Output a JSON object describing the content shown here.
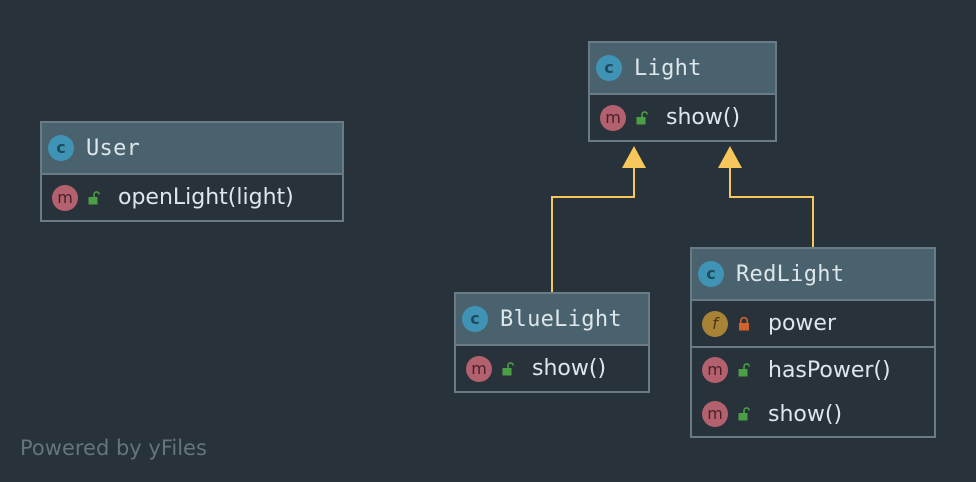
{
  "diagram": {
    "classes": [
      {
        "id": "light",
        "name": "Light",
        "members": [
          {
            "kind": "m",
            "access": "public",
            "label": "show()"
          }
        ]
      },
      {
        "id": "user",
        "name": "User",
        "members": [
          {
            "kind": "m",
            "access": "public",
            "label": "openLight(light)"
          }
        ]
      },
      {
        "id": "bluelight",
        "name": "BlueLight",
        "members": [
          {
            "kind": "m",
            "access": "public",
            "label": "show()"
          }
        ]
      },
      {
        "id": "redlight",
        "name": "RedLight",
        "members": [
          {
            "kind": "f",
            "access": "private",
            "label": "power"
          },
          {
            "kind": "m",
            "access": "public",
            "label": "hasPower()"
          },
          {
            "kind": "m",
            "access": "public",
            "label": "show()"
          }
        ]
      }
    ],
    "badge_letters": {
      "class": "c",
      "method": "m",
      "field": "f"
    },
    "relations": [
      {
        "from": "bluelight",
        "to": "light",
        "type": "inheritance"
      },
      {
        "from": "redlight",
        "to": "light",
        "type": "inheritance"
      }
    ],
    "colors": {
      "background": "#27323a",
      "header": "#4a626e",
      "border": "#697c86",
      "edge": "#f7c75c",
      "public_lock": "#4c9f45",
      "private_lock": "#d2622b"
    }
  },
  "footer": {
    "text": "Powered by yFiles"
  }
}
